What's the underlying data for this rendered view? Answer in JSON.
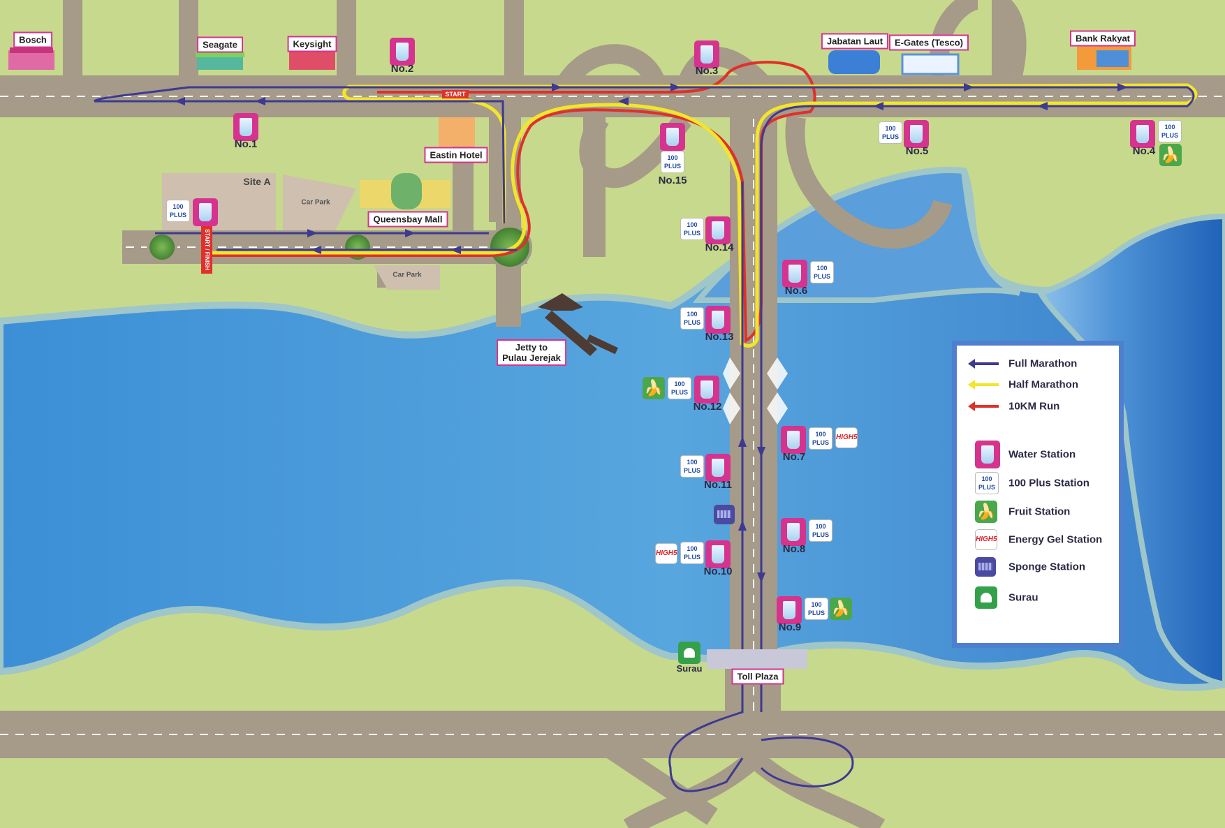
{
  "map": {
    "colors": {
      "grass": "#c7d98c",
      "water": "#4f9ad8",
      "water_deep": "#2a74c6",
      "road": "#a69a88",
      "full_marathon": "#3d3a91",
      "half_marathon": "#f2e52a",
      "run_10km": "#e0302a",
      "label_border": "#d5338e"
    },
    "labels": {
      "bosch": "Bosch",
      "seagate": "Seagate",
      "keysight": "Keysight",
      "jabatan_laut": "Jabatan Laut",
      "e_gates": "E-Gates (Tesco)",
      "bank_rakyat": "Bank Rakyat",
      "eastin_hotel": "Eastin Hotel",
      "queensbay_mall": "Queensbay Mall",
      "site_a": "Site A",
      "car_park_1": "Car Park",
      "car_park_2": "Car Park",
      "jetty": "Jetty to\nPulau Jerejak",
      "toll_plaza": "Toll Plaza",
      "surau": "Surau",
      "start": "START",
      "start_finish": "START / FINISH"
    },
    "stations": [
      {
        "label": "No.1",
        "icons": [
          "water"
        ]
      },
      {
        "label": "No.2",
        "icons": [
          "water"
        ]
      },
      {
        "label": "No.3",
        "icons": [
          "water"
        ]
      },
      {
        "label": "No.4",
        "icons": [
          "water",
          "plus",
          "fruit"
        ]
      },
      {
        "label": "No.5",
        "icons": [
          "plus",
          "water"
        ]
      },
      {
        "label": "No.6",
        "icons": [
          "water",
          "plus"
        ]
      },
      {
        "label": "No.7",
        "icons": [
          "water",
          "plus",
          "gel"
        ]
      },
      {
        "label": "No.8",
        "icons": [
          "water",
          "plus"
        ]
      },
      {
        "label": "No.9",
        "icons": [
          "water",
          "plus",
          "fruit"
        ]
      },
      {
        "label": "No.10",
        "icons": [
          "gel",
          "plus",
          "water"
        ]
      },
      {
        "label": "No.11",
        "icons": [
          "plus",
          "water"
        ]
      },
      {
        "label": "No.12",
        "icons": [
          "fruit",
          "plus",
          "water"
        ]
      },
      {
        "label": "No.13",
        "icons": [
          "plus",
          "water"
        ]
      },
      {
        "label": "No.14",
        "icons": [
          "plus",
          "water"
        ]
      },
      {
        "label": "No.15",
        "icons": [
          "water",
          "plus"
        ]
      }
    ],
    "start_station_icons": [
      "plus",
      "water"
    ],
    "plus_logo_text": "100 PLUS",
    "gel_logo_text": "HIGH5"
  },
  "legend": {
    "full_marathon": "Full Marathon",
    "half_marathon": "Half Marathon",
    "run_10km": "10KM Run",
    "water_station": "Water Station",
    "plus_station": "100 Plus Station",
    "fruit_station": "Fruit Station",
    "energy_gel_station": "Energy Gel Station",
    "sponge_station": "Sponge Station",
    "surau": "Surau"
  }
}
